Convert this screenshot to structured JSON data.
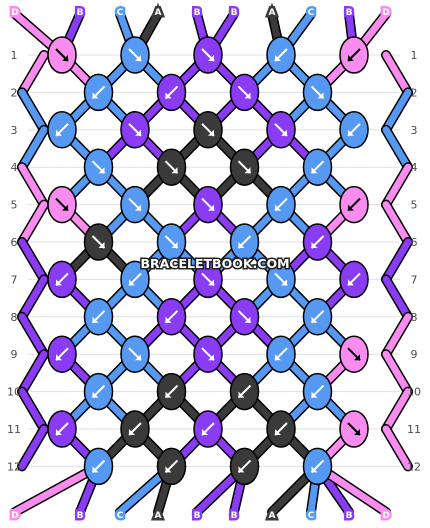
{
  "colors": {
    "A": "#3a3a3a",
    "B": "#8a3cf5",
    "C": "#5599f2",
    "D": "#fa8cf0",
    "outline": "#000000",
    "guide": "#e0e0e0",
    "rowlabel": "#4a4a4a"
  },
  "top_strands": [
    "D",
    "B",
    "C",
    "A",
    "B",
    "B",
    "A",
    "C",
    "B",
    "D"
  ],
  "bottom_strands": [
    "D",
    "B",
    "C",
    "A",
    "B",
    "B",
    "A",
    "C",
    "B",
    "D"
  ],
  "row_labels": [
    "1",
    "2",
    "3",
    "4",
    "5",
    "6",
    "7",
    "8",
    "9",
    "10",
    "11",
    "12"
  ],
  "rows": [
    [
      [
        "D",
        "right"
      ],
      [
        "C",
        "right"
      ],
      [
        "B",
        "right"
      ],
      [
        "C",
        "left"
      ],
      [
        "D",
        "left"
      ]
    ],
    [
      [
        "C",
        "left"
      ],
      [
        "B",
        "left"
      ],
      [
        "B",
        "right"
      ],
      [
        "C",
        "right"
      ]
    ],
    [
      [
        "C",
        "left"
      ],
      [
        "B",
        "right"
      ],
      [
        "A",
        "right"
      ],
      [
        "B",
        "right"
      ],
      [
        "C",
        "left"
      ]
    ],
    [
      [
        "C",
        "right"
      ],
      [
        "A",
        "right"
      ],
      [
        "A",
        "right"
      ],
      [
        "C",
        "left"
      ]
    ],
    [
      [
        "D",
        "right"
      ],
      [
        "C",
        "right"
      ],
      [
        "B",
        "right"
      ],
      [
        "C",
        "left"
      ],
      [
        "D",
        "left"
      ]
    ],
    [
      [
        "A",
        "right"
      ],
      [
        "C",
        "right"
      ],
      [
        "C",
        "left"
      ],
      [
        "B",
        "left"
      ]
    ],
    [
      [
        "B",
        "left"
      ],
      [
        "C",
        "left"
      ],
      [
        "B",
        "right"
      ],
      [
        "C",
        "right"
      ],
      [
        "B",
        "left"
      ]
    ],
    [
      [
        "C",
        "left"
      ],
      [
        "B",
        "left"
      ],
      [
        "B",
        "right"
      ],
      [
        "C",
        "left"
      ]
    ],
    [
      [
        "B",
        "left"
      ],
      [
        "C",
        "right"
      ],
      [
        "B",
        "right"
      ],
      [
        "C",
        "left"
      ],
      [
        "D",
        "right"
      ]
    ],
    [
      [
        "C",
        "left"
      ],
      [
        "A",
        "left"
      ],
      [
        "A",
        "left"
      ],
      [
        "C",
        "left"
      ]
    ],
    [
      [
        "B",
        "left"
      ],
      [
        "A",
        "left"
      ],
      [
        "B",
        "left"
      ],
      [
        "A",
        "left"
      ],
      [
        "D",
        "right"
      ]
    ],
    [
      [
        "C",
        "left"
      ],
      [
        "A",
        "left"
      ],
      [
        "A",
        "left"
      ],
      [
        "C",
        "left"
      ]
    ]
  ],
  "watermark": "BRACELETBOOK.COM"
}
